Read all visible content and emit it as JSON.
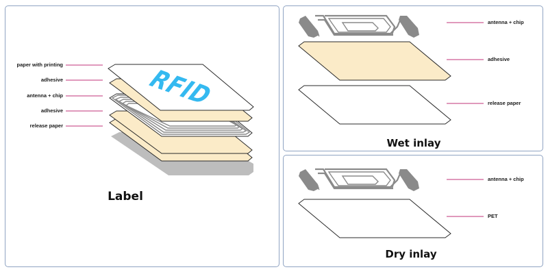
{
  "label_panel": {
    "title": "Label",
    "card_text": "RFID",
    "layers": [
      {
        "name": "paper with printing"
      },
      {
        "name": "adhesive"
      },
      {
        "name": "antenna + chip"
      },
      {
        "name": "adhesive"
      },
      {
        "name": "release paper"
      }
    ]
  },
  "wet_panel": {
    "title": "Wet inlay",
    "layers": [
      {
        "name": "antenna + chip"
      },
      {
        "name": "adhesive"
      },
      {
        "name": "release paper"
      }
    ]
  },
  "dry_panel": {
    "title": "Dry inlay",
    "layers": [
      {
        "name": "antenna + chip"
      },
      {
        "name": "PET"
      }
    ]
  },
  "colors": {
    "leader_line": "#c0337a",
    "adhesive": "#fbebc8",
    "antenna": "#8a8a8a",
    "rfid_text": "#34b9f0",
    "panel_border": "#8fa3c2"
  }
}
